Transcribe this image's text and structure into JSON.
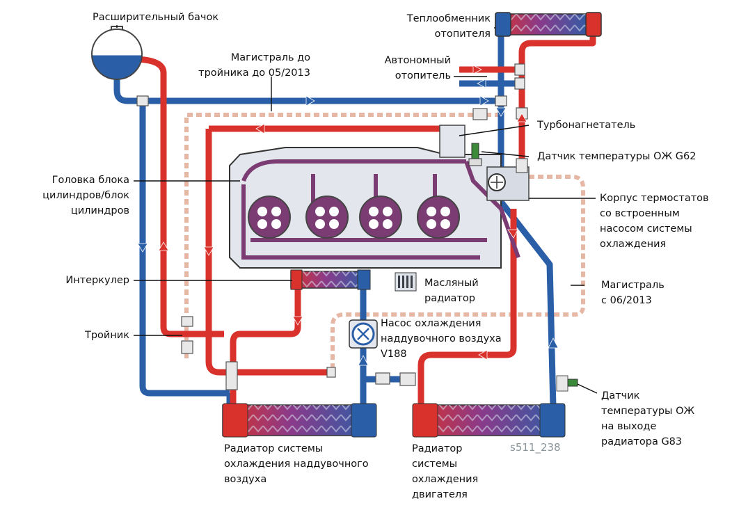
{
  "labels": {
    "expansion_tank": "Расширительный бачок",
    "heater_core": "Теплообменник\nотопителя",
    "line_to_tee": "Магистраль до\nтройника до 05/2013",
    "aux_heater": "Автономный\nотопитель",
    "turbocharger": "Турбонагнетатель",
    "sensor_g62": "Датчик температуры ОЖ G62",
    "cylinder_head": "Головка блока\nцилиндров/блок\nцилиндров",
    "thermostat_housing": "Корпус термостатов\nсо встроенным\nнасосом системы\nохлаждения",
    "intercooler": "Интеркулер",
    "oil_cooler": "Масляный\nрадиатор",
    "line_from": "Магистраль\nс 06/2013",
    "charge_pump": "Насос охлаждения\nнаддувочного воздуха\nV188",
    "tee": "Тройник",
    "sensor_g83": "Датчик\nтемпературы ОЖ\nна выходе\nрадиатора G83",
    "charge_radiator": "Радиатор системы\nохлаждения наддувочного\nвоздуха",
    "engine_radiator": "Радиатор\nсистемы\nохлаждения\nдвигателя",
    "figure_code": "s511_238"
  },
  "colors": {
    "hot": "#d9312b",
    "cold": "#2a5fa8",
    "mixed": "#7b3b73",
    "engine_fill": "#e3e6ec",
    "dashed_line": "#e7b7a6",
    "leader": "#111111"
  }
}
